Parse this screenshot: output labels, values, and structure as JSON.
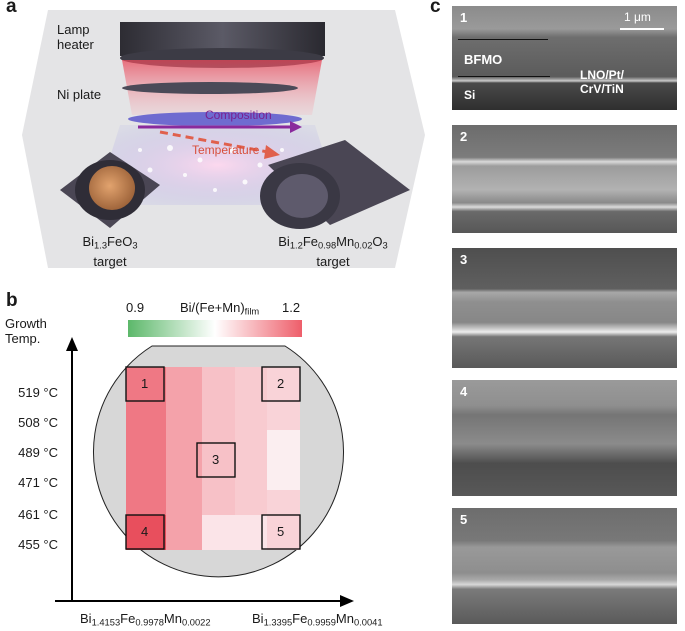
{
  "panels": {
    "a": "a",
    "b": "b",
    "c": "c"
  },
  "panel_a": {
    "lamp_heater": [
      "Lamp",
      "heater"
    ],
    "ni_plate": "Ni plate",
    "composition": "Composition",
    "temperature": "Temperature",
    "target_left": {
      "formula": [
        "Bi",
        "1.3",
        "FeO",
        "3"
      ],
      "caption": "target"
    },
    "target_right": {
      "formula": [
        "Bi",
        "1.2",
        "Fe",
        "0.98",
        "Mn",
        "0.02",
        "O",
        "3"
      ],
      "caption": "target"
    }
  },
  "panel_b": {
    "y_axis_label": [
      "Growth",
      "Temp."
    ],
    "colorbar": {
      "min": "0.9",
      "max": "1.2",
      "label": "Bi/(Fe+Mn)",
      "label_sub": "film",
      "low_color": "#5cb86a",
      "mid_color": "#ffffff",
      "high_color": "#ee5e6a"
    },
    "temperatures": [
      "519 °C",
      "508 °C",
      "489 °C",
      "471 °C",
      "461 °C",
      "455 °C"
    ],
    "x_left": [
      "Bi",
      "1.4153",
      "Fe",
      "0.9978",
      "Mn",
      "0.0022"
    ],
    "x_right": [
      "Bi",
      "1.3395",
      "Fe",
      "0.9959",
      "Mn",
      "0.0041"
    ],
    "sample_labels": [
      "1",
      "2",
      "3",
      "4",
      "5"
    ]
  },
  "panel_c": {
    "scale_bar": "1 μm",
    "layer_labels": {
      "bfmo": "BFMO",
      "si": "Si",
      "substrate": [
        "LNO/Pt/",
        "CrV/TiN"
      ]
    },
    "image_numbers": [
      "1",
      "2",
      "3",
      "4",
      "5"
    ]
  }
}
